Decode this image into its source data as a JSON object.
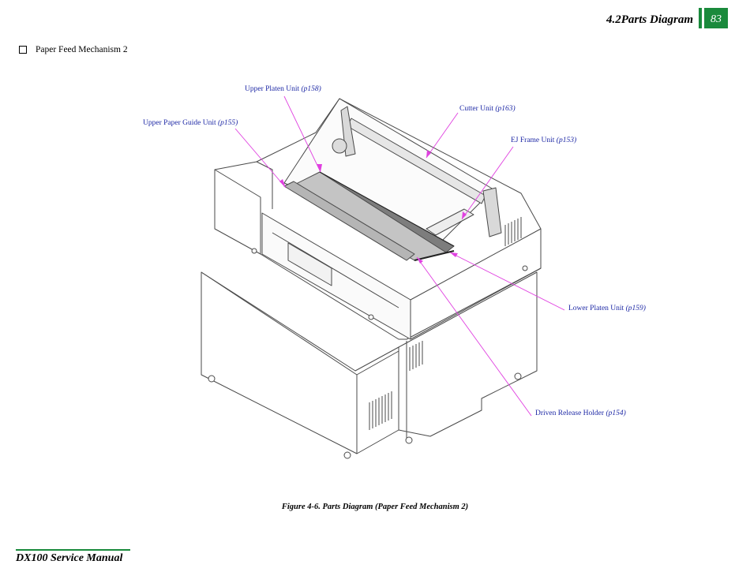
{
  "header": {
    "section": "4.2Parts Diagram",
    "page_number": "83",
    "accent_color": "#1a8a3c"
  },
  "heading": {
    "text": "Paper Feed Mechanism 2"
  },
  "callouts": {
    "upper_platen": {
      "name": "Upper Platen Unit ",
      "ref": "(p158)"
    },
    "upper_guide": {
      "name": "Upper Paper Guide Unit ",
      "ref": "(p155)"
    },
    "cutter": {
      "name": "Cutter Unit ",
      "ref": "(p163)"
    },
    "ej_frame": {
      "name": "EJ Frame Unit ",
      "ref": "(p153)"
    },
    "lower_platen": {
      "name": "Lower Platen Unit ",
      "ref": "(p159)"
    },
    "driven_release": {
      "name": "Driven Release Holder ",
      "ref": "(p154)"
    }
  },
  "leader_color": "#e040e0",
  "figure": {
    "caption": "Figure 4-6.  Parts Diagram (Paper Feed Mechanism 2)"
  },
  "footer": {
    "manual_title": "DX100 Service Manual"
  }
}
